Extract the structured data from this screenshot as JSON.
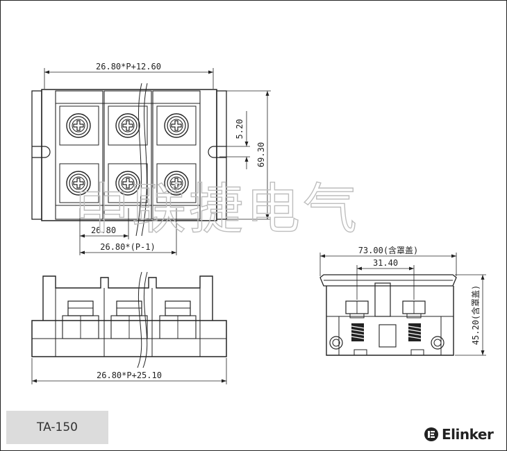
{
  "watermark": "中联捷电气",
  "model": "TA-150",
  "brand": "Elinker",
  "dimensions": {
    "top_width": "26.80*P+12.60",
    "height_total": "69.30",
    "offset": "5.20",
    "pitch": "26.80",
    "pitch_span": "26.80*(P-1)",
    "bottom_width": "26.80*P+25.10",
    "side_width": "73.00(含罩盖)",
    "side_inner": "31.40",
    "side_height": "45.20(含罩盖)"
  }
}
